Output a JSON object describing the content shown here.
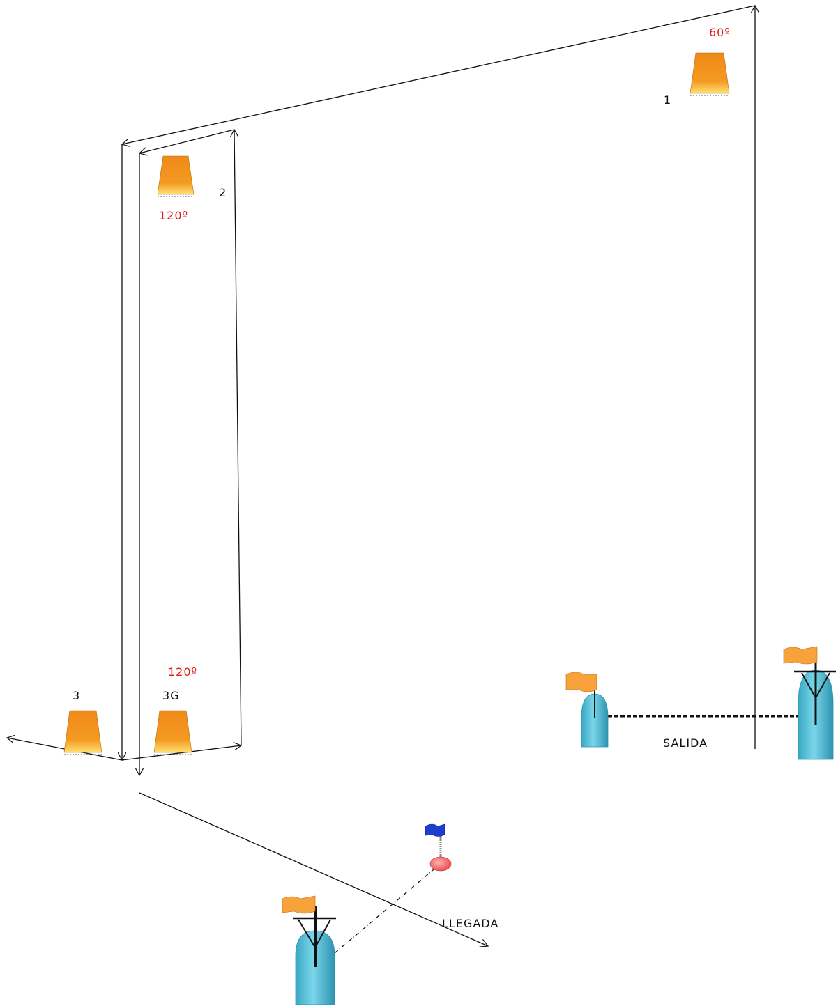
{
  "colors": {
    "line": "#111111",
    "angle_text": "#e01818",
    "buoy_orange": "#f39a22",
    "buoy_highlight": "#ffe070",
    "boat_cyan": "#59c3dc",
    "boat_cyan_dark": "#2d93b0",
    "flag_orange": "#f7a23a",
    "flag_blue": "#1c3fd0",
    "float_red": "#ee5a5a"
  },
  "labels": {
    "mark1": "1",
    "mark2": "2",
    "mark3": "3",
    "mark3g": "3G",
    "angle_mark1": "60º",
    "angle_mark2": "120º",
    "angle_mark3g": "120º",
    "start": "SALIDA",
    "finish": "LLEGADA"
  },
  "icons": {
    "buoy": "orange-buoy-icon",
    "boat": "committee-boat-icon",
    "flag": "flag-icon",
    "float": "red-float-with-blue-flag-icon"
  }
}
